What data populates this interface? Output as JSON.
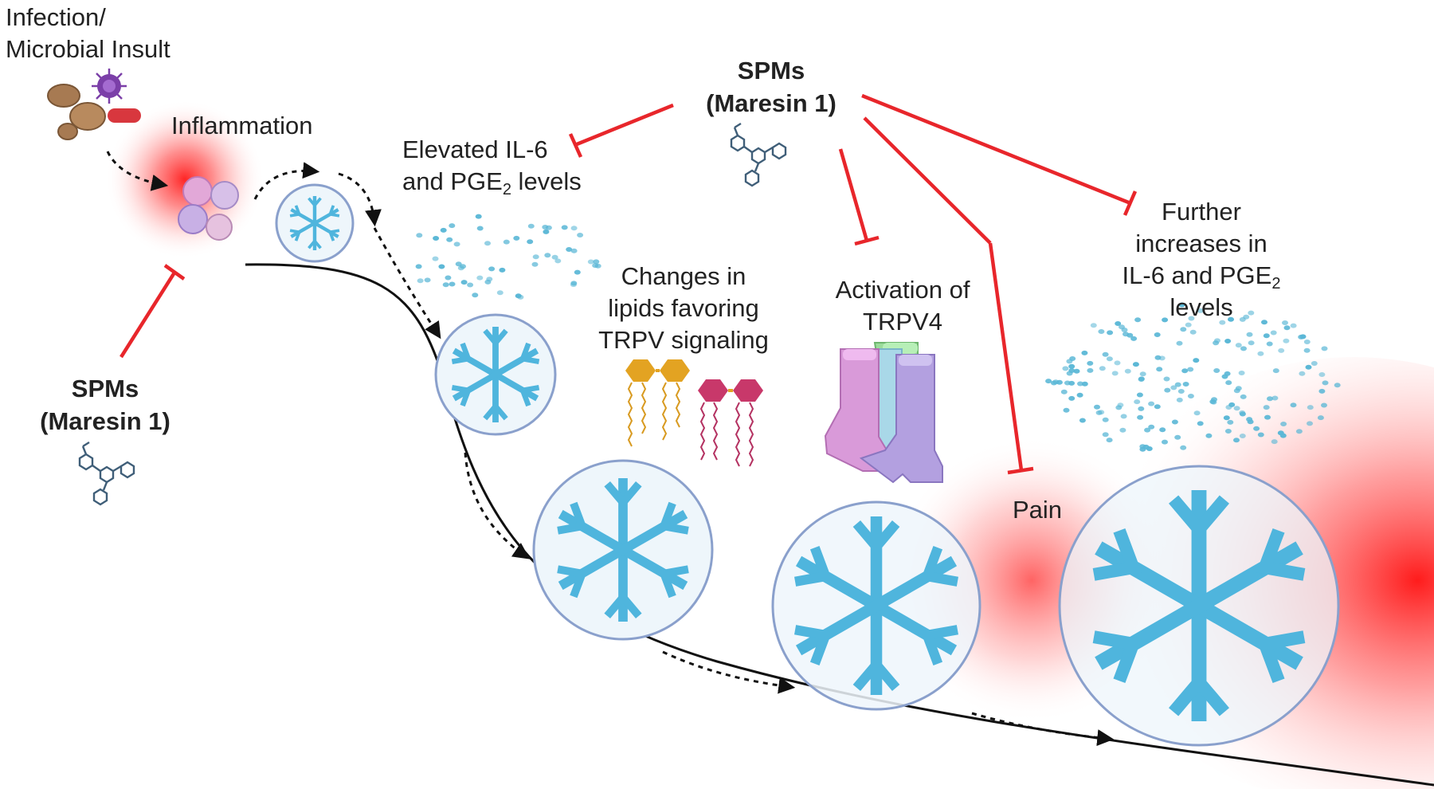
{
  "labels": {
    "infection_line1": "Infection/",
    "infection_line2": "Microbial Insult",
    "inflammation": "Inflammation",
    "spm_top_line1": "SPMs",
    "spm_top_line2": "(Maresin 1)",
    "spm_left_line1": "SPMs",
    "spm_left_line2": "(Maresin 1)",
    "elevated_line1": "Elevated IL-6",
    "elevated_line2_a": "and PGE",
    "elevated_line2_sub": "2",
    "elevated_line2_b": " levels",
    "lipids_line1": "Changes in",
    "lipids_line2": "lipids favoring",
    "lipids_line3": "TRPV signaling",
    "trpv4_line1": "Activation of",
    "trpv4_line2": "TRPV4",
    "further_line1": "Further",
    "further_line2": "increases in",
    "further_line3_a": "IL-6 and PGE",
    "further_line3_sub": "2",
    "further_line4": "levels",
    "pain": "Pain"
  },
  "colors": {
    "inhibit": "#e8262b",
    "curve": "#111111",
    "snowflake": "#4fb5dd",
    "circle_fill": "#eef6fb",
    "circle_stroke": "#8aa0cc",
    "inflame": "#ff2a2a",
    "dots": "#5ab7d6",
    "lipid_gold": "#e3a322",
    "lipid_pink": "#c8386a",
    "channel_pink": "#d99ad9",
    "channel_purple": "#b3a0e0",
    "channel_green": "#9bdc9b",
    "molecule": "#3f5e78"
  },
  "icons": [
    "bacteria-icon",
    "virus-icon",
    "immune-cells-icon",
    "snowflake-icon",
    "molecule-icon",
    "lipid-icon",
    "ion-channel-icon",
    "cytokine-dots-icon"
  ]
}
